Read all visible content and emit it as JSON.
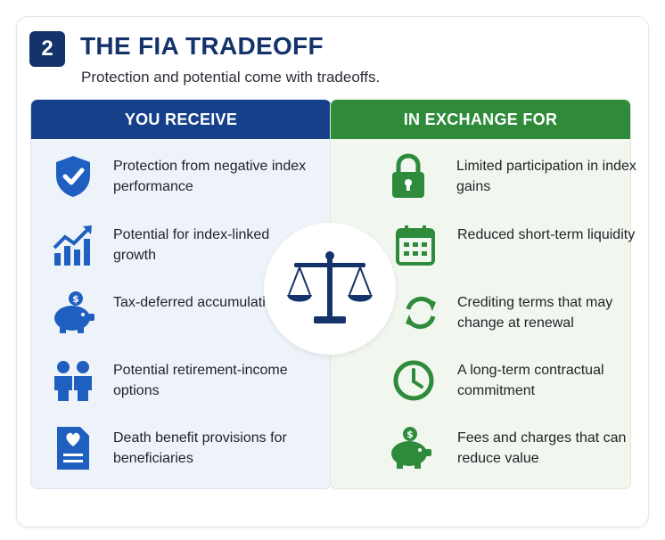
{
  "header": {
    "step": "2",
    "title": "THE FIA TRADEOFF",
    "subtitle": "Protection and potential come with tradeoffs."
  },
  "left": {
    "heading": "YOU RECEIVE",
    "items": [
      {
        "label": "Protection from negative index performance",
        "icon": "shield-check-icon"
      },
      {
        "label": "Potential for index-linked growth",
        "icon": "growth-chart-icon"
      },
      {
        "label": "Tax-deferred accumulation",
        "icon": "piggy-bank-icon"
      },
      {
        "label": "Potential retirement-income options",
        "icon": "people-icon"
      },
      {
        "label": "Death benefit provisions for beneficiaries",
        "icon": "document-heart-icon"
      }
    ]
  },
  "right": {
    "heading": "IN EXCHANGE FOR",
    "items": [
      {
        "label": "Limited participation in index gains",
        "icon": "padlock-icon"
      },
      {
        "label": "Reduced short-term liquidity",
        "icon": "calendar-icon"
      },
      {
        "label": "Crediting terms that may change at renewal",
        "icon": "refresh-arrows-icon"
      },
      {
        "label": "A long-term contractual commitment",
        "icon": "clock-icon"
      },
      {
        "label": "Fees and charges that can reduce value",
        "icon": "piggy-bank-icon"
      }
    ]
  },
  "center_icon": "balance-scale-icon",
  "colors": {
    "navy": "#14336a",
    "blue": "#17408b",
    "icon_blue": "#1f5fbf",
    "green": "#2f8a3a",
    "icon_green": "#2e8b3c"
  }
}
